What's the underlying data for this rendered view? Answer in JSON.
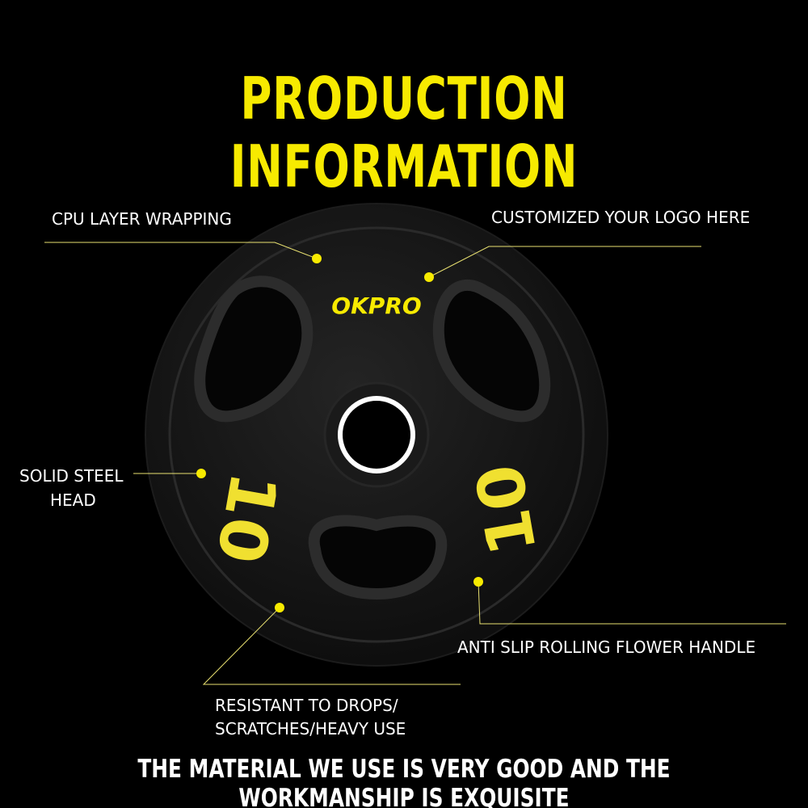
{
  "title": "PRODUCTION INFORMATION",
  "product": {
    "logo": "OKPRO",
    "weight_left": "10",
    "weight_right": "10"
  },
  "callouts": {
    "cpu": "CPU LAYER WRAPPING",
    "logo": "CUSTOMIZED YOUR LOGO HERE",
    "steel_line1": "SOLID STEEL",
    "steel_line2": "HEAD",
    "handle": "ANTI SLIP ROLLING FLOWER HANDLE",
    "resistant_line1": "RESISTANT TO DROPS/",
    "resistant_line2": "SCRATCHES/HEAVY USE"
  },
  "footer": "THE MATERIAL WE USE IS VERY GOOD AND THE WORKMANSHIP IS EXQUISITE",
  "colors": {
    "accent": "#f7ea00",
    "background": "#000000",
    "plate": "#141414"
  }
}
